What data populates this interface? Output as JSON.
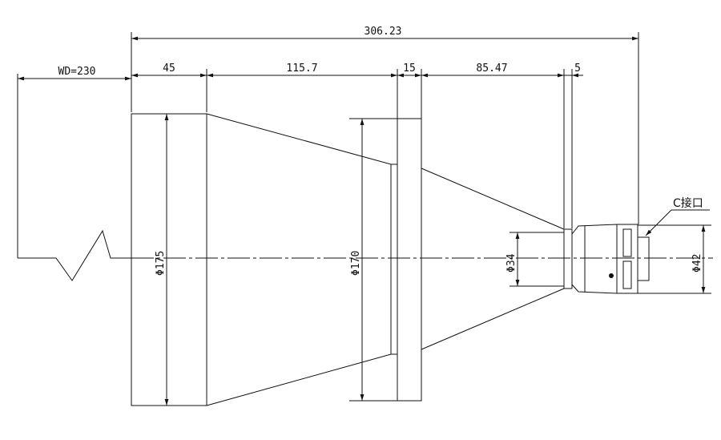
{
  "dimensions": {
    "total_length": "306.23",
    "working_distance": "WD=230",
    "segment_front": "45",
    "segment_cone": "115.7",
    "segment_flange": "15",
    "segment_rear_cone": "85.47",
    "segment_small": "5"
  },
  "diameters": {
    "front": "Φ175",
    "flange": "Φ170",
    "neck": "Φ34",
    "mount": "Φ42"
  },
  "labels": {
    "mount_type": "C接口"
  },
  "colors": {
    "line": "#111111",
    "background": "#ffffff"
  }
}
